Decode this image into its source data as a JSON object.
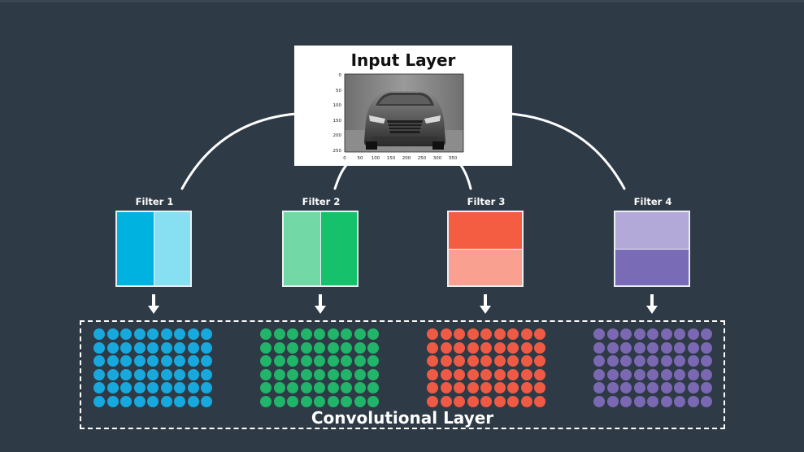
{
  "input_layer": {
    "title": "Input Layer",
    "plot": {
      "y_ticks": [
        "0",
        "50",
        "100",
        "150",
        "200",
        "250"
      ],
      "x_ticks": [
        "0",
        "50",
        "100",
        "150",
        "200",
        "250",
        "300",
        "350"
      ],
      "image": "grayscale-car-photo"
    }
  },
  "filters": [
    {
      "label": "Filter 1",
      "split": "vertical",
      "colors": [
        "#00b2e0",
        "#87dff2"
      ]
    },
    {
      "label": "Filter 2",
      "split": "vertical",
      "colors": [
        "#72d9a6",
        "#15c26b"
      ]
    },
    {
      "label": "Filter 3",
      "split": "horizontal",
      "colors": [
        "#f55d42",
        "#f9a091"
      ]
    },
    {
      "label": "Filter 4",
      "split": "horizontal",
      "colors": [
        "#b2a9d8",
        "#7a6bb6"
      ]
    }
  ],
  "feature_maps": [
    {
      "rows": 6,
      "cols": 9,
      "color": "#17a9dd"
    },
    {
      "rows": 6,
      "cols": 9,
      "color": "#20b569"
    },
    {
      "rows": 6,
      "cols": 9,
      "color": "#ef5a44"
    },
    {
      "rows": 6,
      "cols": 9,
      "color": "#7a68b2"
    }
  ],
  "convolutional_layer": {
    "label": "Convolutional Layer"
  },
  "colors": {
    "background": "#2e3a46",
    "lines": "#ffffff"
  }
}
